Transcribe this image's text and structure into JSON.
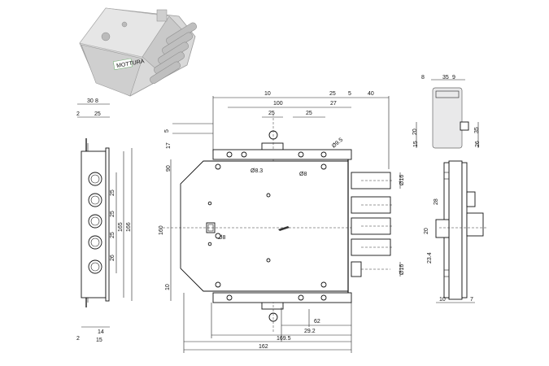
{
  "drawing": {
    "front": {
      "top_dims": [
        "10",
        "100",
        "25",
        "25",
        "27",
        "5",
        "40"
      ],
      "left_dims": [
        "17",
        "5",
        "90",
        "10"
      ],
      "hole_labels": [
        "Ø8.3",
        "Ø8",
        "Ø9.5",
        "Ø8"
      ],
      "bottom_dims": [
        "62",
        "29.2",
        "169.5",
        "162"
      ],
      "height_dim": "160",
      "bolt_labels": [
        "Ø16",
        "Ø16"
      ]
    },
    "side_left": {
      "top_dims": [
        "30",
        "8",
        "2",
        "25"
      ],
      "spacing": [
        "25",
        "25",
        "25",
        "26"
      ],
      "overall": [
        "165",
        "166"
      ],
      "bottom_dims": [
        "2",
        "14",
        "15"
      ]
    },
    "side_right": {
      "top_dims": [
        "8",
        "35",
        "9"
      ],
      "dims": [
        "20",
        "15",
        "26",
        "35",
        "20",
        "28",
        "23.4",
        "10",
        "7"
      ]
    },
    "photo_label": "MOTTURA"
  }
}
